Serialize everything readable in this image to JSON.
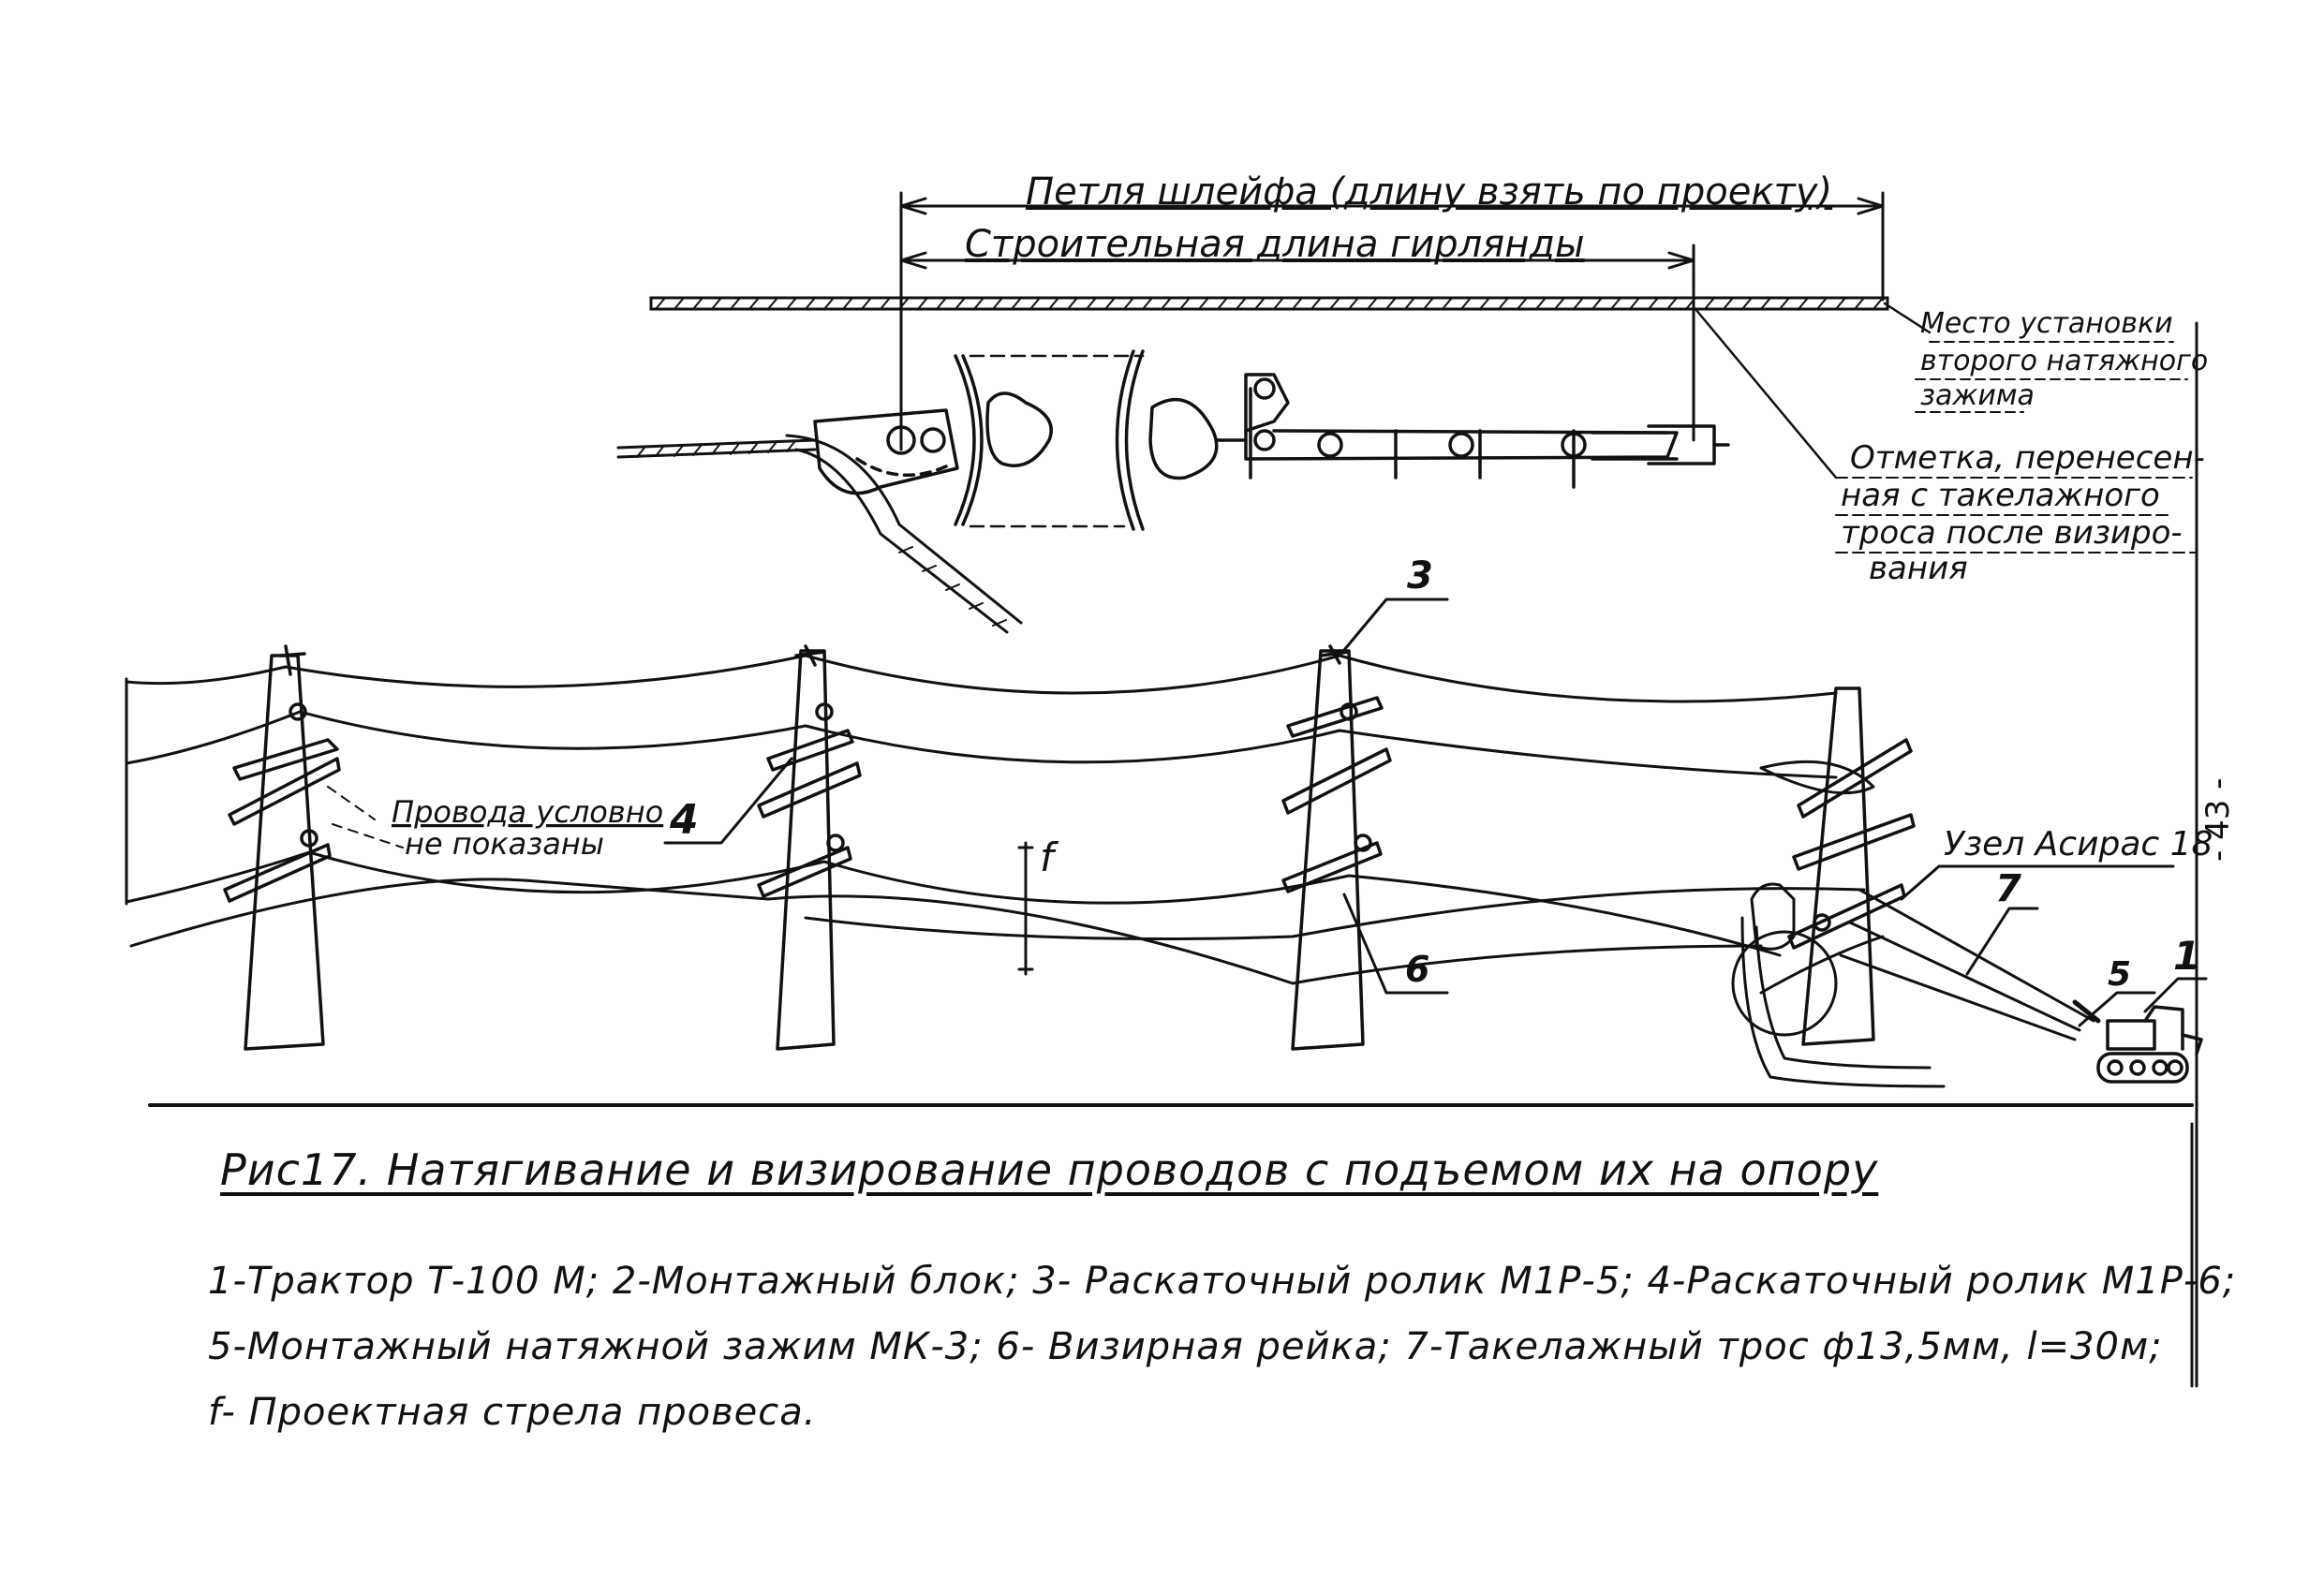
{
  "detail": {
    "loop_label": "Петля шлейфа (длину взять по проекту)",
    "length_label": "Строительная длина гирлянды",
    "second_clamp_label_1": "Место установки",
    "second_clamp_label_2": "второго натяжного",
    "second_clamp_label_3": "зажима",
    "mark_label_1": "Отметка, перенесен-",
    "mark_label_2": "ная с такелажного",
    "mark_label_3": "троса после визиро-",
    "mark_label_4": "вания"
  },
  "scene": {
    "callout_3": "3",
    "callout_4": "4",
    "callout_5": "5",
    "callout_6": "6",
    "callout_7": "7",
    "callout_1": "1",
    "sag_mark": "f",
    "wires_note_1": "Провода условно",
    "wires_note_2": "не показаны",
    "knot_label": "Узел Асирас 18"
  },
  "page_number": "- 43 -",
  "caption": "Рис17. Натягивание и визирование проводов с подъемом их на опору",
  "legend": {
    "line1": "1-Трактор Т-100 М; 2-Монтажный блок; 3- Раскаточный ролик М1Р-5; 4-Раскаточный ролик М1Р-6;",
    "line2": "5-Монтажный натяжной зажим МК-3; 6- Визирная рейка; 7-Такелажный трос ф13,5мм, l=30м;",
    "line3": "f- Проектная стрела провеса."
  }
}
